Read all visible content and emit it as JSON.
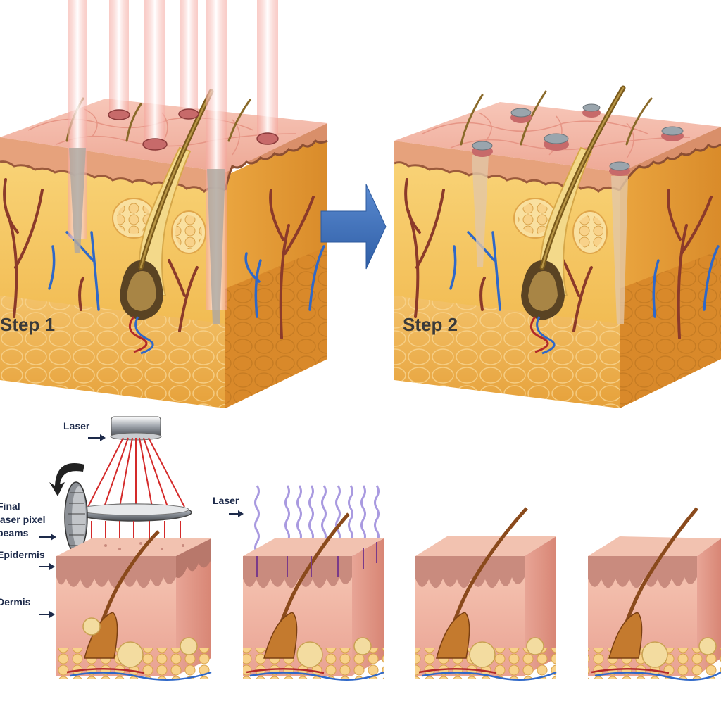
{
  "top_steps": [
    {
      "label": "Step 1"
    },
    {
      "label": "Step 2"
    }
  ],
  "bottom_labels": {
    "laser": "Laser",
    "final_pixel_line1": "Final",
    "final_pixel_line2": "laser pixel",
    "final_pixel_line3": "beams",
    "epidermis": "Epidermis",
    "dermis": "Dermis",
    "laser_panel2": "Laser"
  },
  "colors": {
    "skin_surface": "#f2b3a8",
    "epidermis_band": "#c98f6e",
    "dermis": "#f5c05a",
    "fat": "#e9a73a",
    "arrow": "#3f6fb4",
    "vessel_red": "#b12a2a",
    "vessel_blue": "#2f68c8",
    "beam": "#f7c9c0"
  }
}
